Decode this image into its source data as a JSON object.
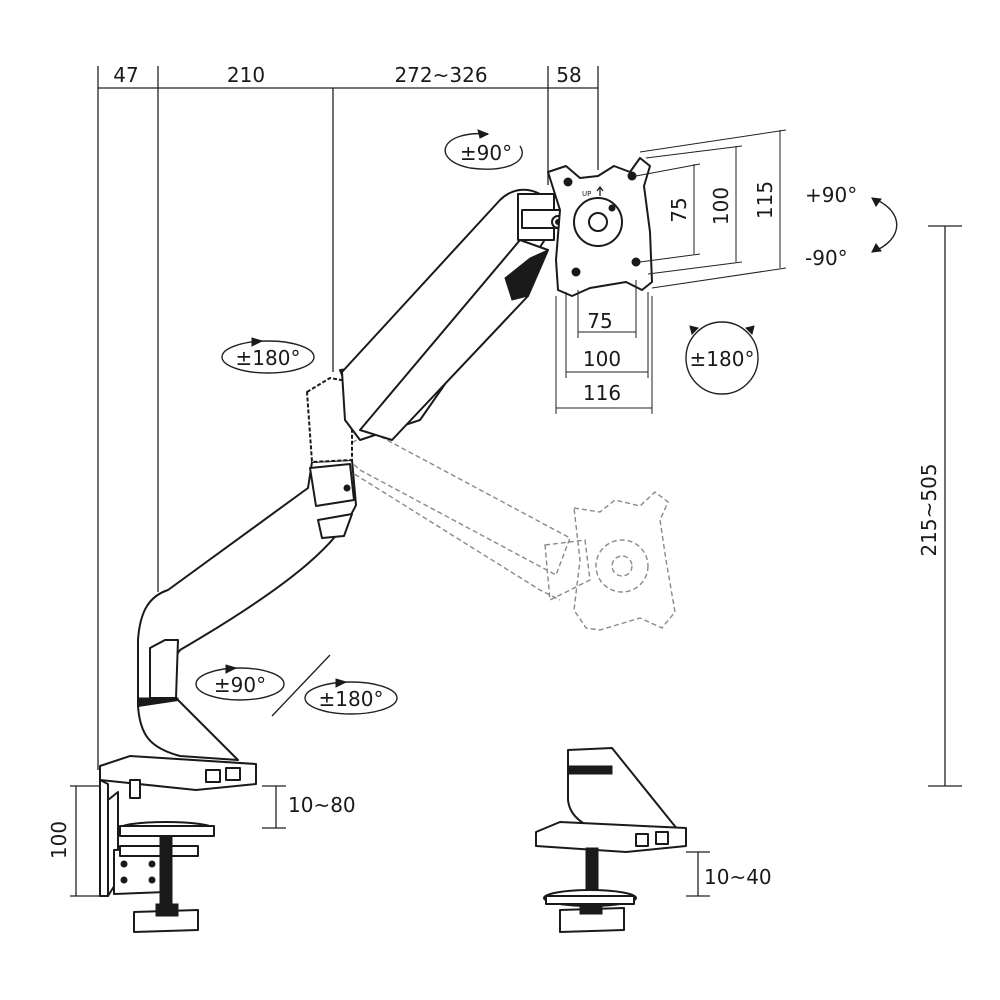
{
  "dimensions": {
    "base_offset": "47",
    "lower_arm": "210",
    "upper_arm": "272~326",
    "tilt_head": "58",
    "height_range": "215~505",
    "vesa_horizontal_75": "75",
    "vesa_horizontal_100": "100",
    "vesa_plate_width": "116",
    "vesa_vertical_75": "75",
    "vesa_vertical_100": "100",
    "vesa_plate_height": "115",
    "clamp_height": "100",
    "clamp_desk_thickness": "10~80",
    "grommet_desk_thickness": "10~40"
  },
  "rotations": {
    "head_swivel": "±90°",
    "tilt_up": "+90°",
    "tilt_down": "-90°",
    "elbow_swivel": "±180°",
    "screen_rotation": "±180°",
    "base_swivel": "±90°",
    "lower_arm_swivel": "±180°"
  },
  "icons": {
    "up_marker": "UP"
  }
}
